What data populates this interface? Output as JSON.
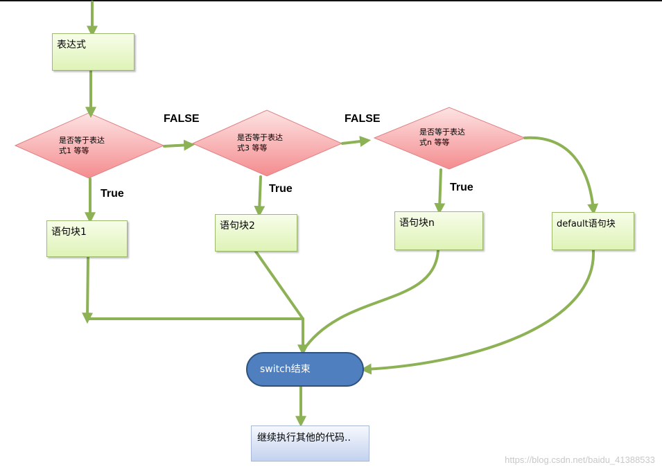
{
  "nodes": {
    "expression": "表达式",
    "cond1": [
      "是否等于表达",
      "式1 等等"
    ],
    "cond3": [
      "是否等于表达",
      "式3 等等"
    ],
    "condn": [
      "是否等于表达",
      "式n 等等"
    ],
    "block1": "语句块1",
    "block2": "语句块2",
    "blockn": "语句块n",
    "default_block": "default语句块",
    "switch_end": "switch结束",
    "continue": "继续执行其他的代码.."
  },
  "labels": {
    "false": "FALSE",
    "true": "True"
  },
  "watermark": "https://blog.csdn.net/baidu_41388533",
  "colors": {
    "arrow": "#8db255",
    "diamond_fill": "#f6a5a7",
    "box_fill": "#e3f5c1",
    "end_fill": "#4f7fbf"
  }
}
